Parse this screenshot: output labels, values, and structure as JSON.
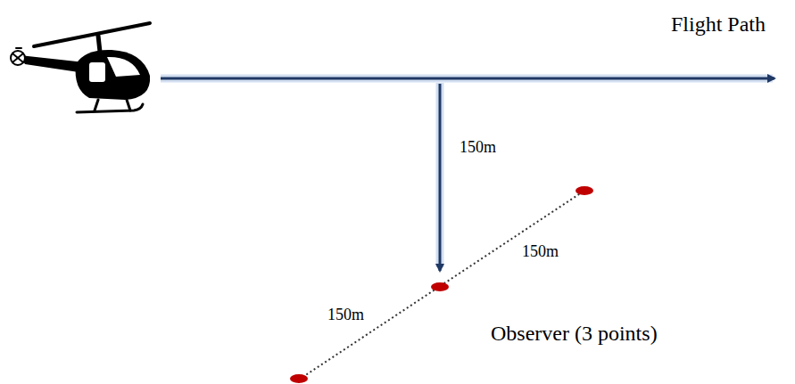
{
  "diagram": {
    "labels": [
      "Flight Path",
      "150m",
      "150m",
      "150m",
      "Observer (3 points)"
    ]
  }
}
